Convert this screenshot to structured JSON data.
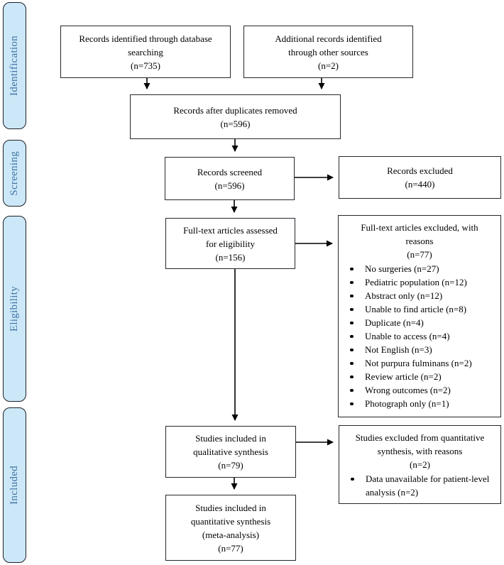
{
  "colors": {
    "stage_fill": "#cce8f8",
    "stage_text": "#4173a4",
    "line_color": "#1c1f26"
  },
  "stages": [
    {
      "label": "Identification"
    },
    {
      "label": "Screening"
    },
    {
      "label": "Eligibility"
    },
    {
      "label": "Included"
    }
  ],
  "boxes": {
    "identified_db": {
      "text": "Records identified through database\nsearching\n(n=735)"
    },
    "identified_other": {
      "text": "Additional records identified\nthrough other sources\n(n=2)"
    },
    "after_duplicates": {
      "text": "Records after duplicates removed\n(n=596)"
    },
    "screened": {
      "text": "Records screened\n(n=596)"
    },
    "records_excluded": {
      "text": "Records excluded\n(n=440)"
    },
    "fulltext_assessed": {
      "text": "Full-text articles assessed\nfor eligibility\n(n=156)"
    },
    "fulltext_excluded": {
      "header": "Full-text articles excluded, with\nreasons\n(n=77)",
      "items": [
        "No surgeries (n=27)",
        "Pediatric population (n=12)",
        "Abstract only (n=12)",
        "Unable to find article (n=8)",
        "Duplicate (n=4)",
        "Unable to access (n=4)",
        "Not English (n=3)",
        "Not purpura fulminans (n=2)",
        "Review article (n=2)",
        "Wrong outcomes (n=2)",
        "Photograph only (n=1)"
      ]
    },
    "qualitative_included": {
      "text": "Studies included in\nqualitative synthesis\n(n=79)"
    },
    "quantitative_excluded": {
      "header": "Studies excluded from quantitative\nsynthesis, with reasons\n(n=2)",
      "items": [
        "Data unavailable for patient-level analysis (n=2)"
      ]
    },
    "quantitative_included": {
      "text": "Studies included in\nquantitative synthesis\n(meta-analysis)\n(n=77)"
    }
  }
}
